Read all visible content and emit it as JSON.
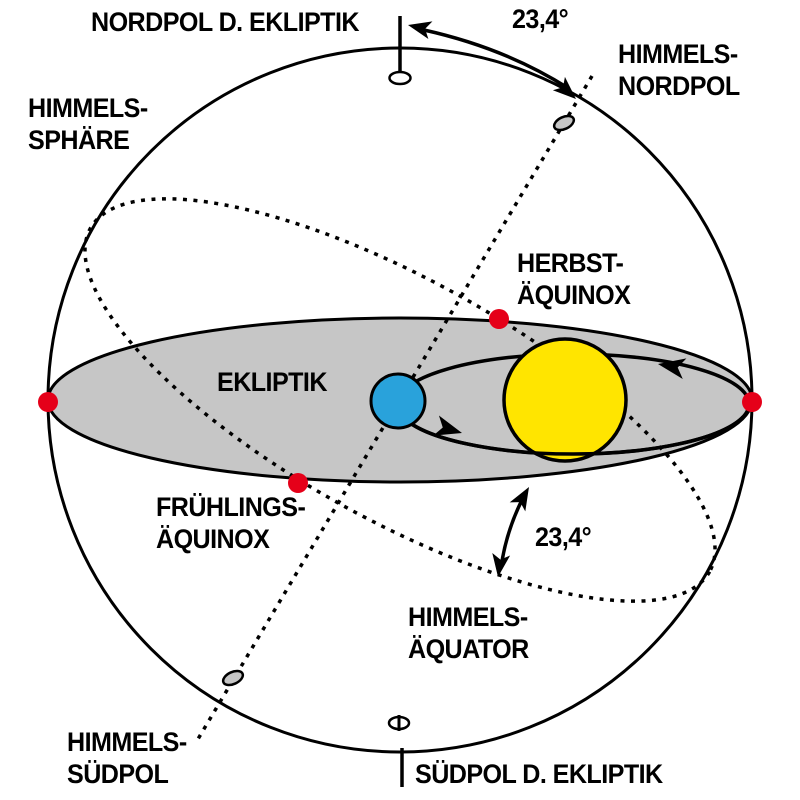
{
  "labels": {
    "north_ecliptic_pole": "NORDPOL D. EKLIPTIK",
    "obliquity_top": "23,4°",
    "celestial_north_pole": [
      "HIMMELS-",
      "NORDPOL"
    ],
    "celestial_sphere": [
      "HIMMELS-",
      "SPHÄRE"
    ],
    "autumn_equinox": [
      "HERBST-",
      "ÄQUINOX"
    ],
    "ecliptic": "EKLIPTIK",
    "spring_equinox": [
      "FRÜHLINGS-",
      "ÄQUINOX"
    ],
    "obliquity_bottom": "23,4°",
    "celestial_equator": [
      "HIMMELS-",
      "ÄQUATOR"
    ],
    "celestial_south_pole": [
      "HIMMELS-",
      "SÜDPOL"
    ],
    "south_ecliptic_pole": "SÜDPOL D. EKLIPTIK"
  },
  "colors": {
    "background": "#ffffff",
    "sphere_fill": "#ffffff",
    "ecliptic_fill": "#c6c6c6",
    "sun": "#ffe500",
    "earth": "#29a2db",
    "equinox_dot": "#e50019",
    "pole_marker_fill": "#c6c6c6",
    "line": "#000000"
  }
}
